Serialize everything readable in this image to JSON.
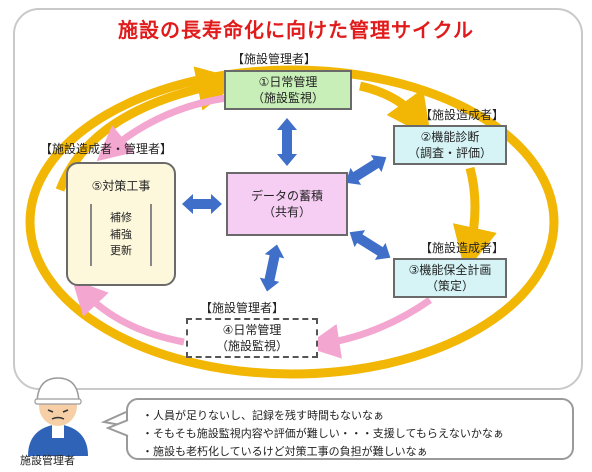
{
  "title": "施設の長寿命化に向けた管理サイクル",
  "nodes": {
    "daily_top": {
      "role": "【施設管理者】",
      "lines": [
        "①日常管理",
        "（施設監視）"
      ]
    },
    "diagnosis": {
      "role": "【施設造成者】",
      "lines": [
        "②機能診断",
        "（調査・評価）"
      ]
    },
    "plan": {
      "role": "【施設造成者】",
      "lines": [
        "③機能保全計画",
        "（策定）"
      ]
    },
    "daily_bottom": {
      "role": "【施設管理者】",
      "lines": [
        "④日常管理",
        "（施設監視）"
      ]
    },
    "data": {
      "lines": [
        "データの蓄積",
        "（共有）"
      ]
    },
    "works": {
      "role": "【施設造成者・管理者】",
      "title": "⑤対策工事",
      "items": [
        "補修",
        "補強",
        "更新"
      ]
    }
  },
  "speech": [
    "・人員が足りないし、記録を残す時間もないなぁ",
    "・そもそも施設監視内容や評価が難しい・・・支援してもらえないかなぁ",
    "・施設も老朽化しているけど対策工事の負担が難しいなぁ"
  ],
  "person_label": "施設管理者",
  "colors": {
    "cycle": "#f2b705",
    "return_arrow": "#f3a6cf",
    "link_arrow": "#3f6fc9",
    "title": "#e11b1b"
  }
}
